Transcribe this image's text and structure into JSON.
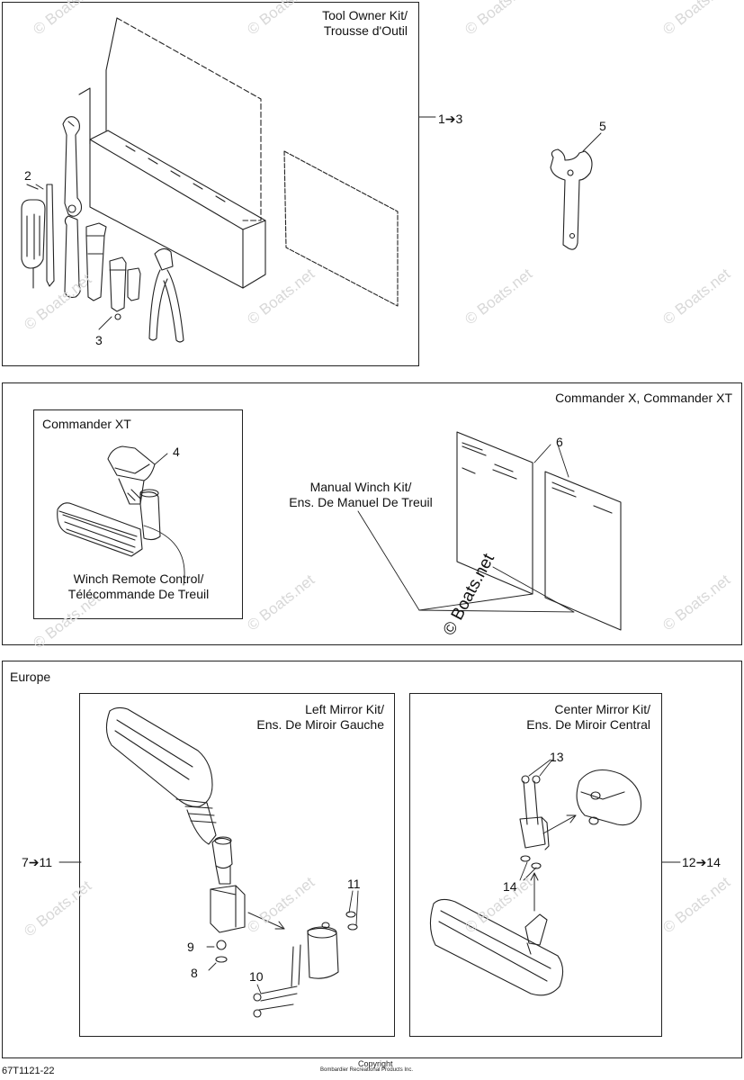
{
  "watermark": "© Boats.net",
  "tool_kit": {
    "title_line1": "Tool Owner Kit/",
    "title_line2": "Trousse d'Outil",
    "range_label": "1➔3",
    "callouts": {
      "c2": "2",
      "c3": "3",
      "c5": "5"
    }
  },
  "commander": {
    "header": "Commander X, Commander XT",
    "sub_title": "Commander XT",
    "callout_4": "4",
    "remote_line1": "Winch Remote Control/",
    "remote_line2": "Télécommande De Treuil",
    "manual_line1": "Manual Winch Kit/",
    "manual_line2": "Ens. De Manuel De Treuil",
    "callout_6": "6"
  },
  "europe": {
    "header": "Europe",
    "left_title1": "Left Mirror Kit/",
    "left_title2": "Ens. De Miroir Gauche",
    "center_title1": "Center Mirror Kit/",
    "center_title2": "Ens. De Miroir Central",
    "range_left": "7➔11",
    "range_right": "12➔14",
    "callouts": {
      "c8": "8",
      "c9": "9",
      "c10": "10",
      "c11": "11",
      "c13": "13",
      "c14": "14"
    }
  },
  "footer": {
    "part_code": "67T1121-22",
    "copyright_line1": "Copyright",
    "copyright_line2": "Bombardier Recreational Products Inc."
  }
}
